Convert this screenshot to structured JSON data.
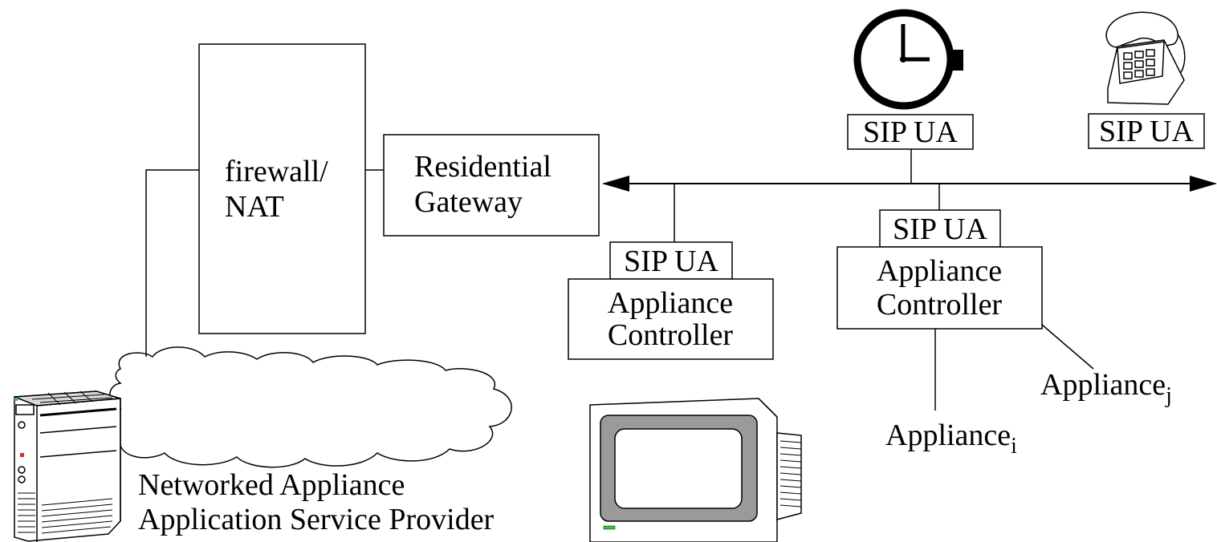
{
  "firewall": {
    "line1": "firewall/",
    "line2": "NAT"
  },
  "gateway": {
    "line1": "Residential",
    "line2": "Gateway"
  },
  "clock_ua": {
    "label": "SIP UA"
  },
  "phone_ua": {
    "label": "SIP UA"
  },
  "controller_left": {
    "ua_label": "SIP UA",
    "line1": "Appliance",
    "line2": "Controller"
  },
  "controller_right": {
    "ua_label": "SIP UA",
    "line1": "Appliance",
    "line2": "Controller"
  },
  "appliance_i": {
    "name": "Appliance",
    "subscript": "i"
  },
  "appliance_j": {
    "name": "Appliance",
    "subscript": "j"
  },
  "provider": {
    "line1": "Networked Appliance",
    "line2": "Application Service Provider"
  },
  "icons": [
    "clock-icon",
    "telephone-icon",
    "server-icon",
    "monitor-icon",
    "cloud-icon"
  ],
  "colors": {
    "monitor_led": "#33cc33",
    "server_led": "#33cc33",
    "server_red": "#cc3333"
  }
}
